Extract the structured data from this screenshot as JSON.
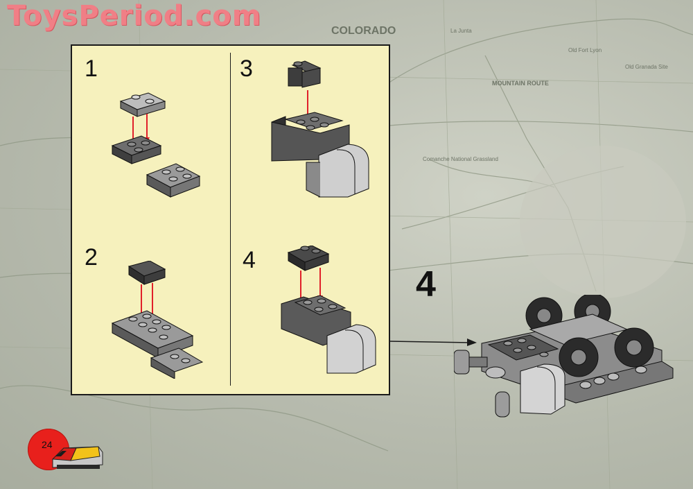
{
  "watermark": "ToysPeriod.com",
  "background_map": {
    "labels": [
      "COLORADO",
      "MOUNTAIN ROUTE",
      "Comanche National Grassland",
      "La Junta",
      "Old Fort Lyon",
      "Old Granada Site"
    ]
  },
  "panel": {
    "steps": [
      {
        "number": "1"
      },
      {
        "number": "2"
      },
      {
        "number": "3"
      },
      {
        "number": "4"
      }
    ]
  },
  "main_step": {
    "number": "4"
  },
  "page": {
    "number": "24"
  },
  "colors": {
    "panel_bg": "#f6f1bd",
    "arrow": "#e0202a",
    "page_badge": "#e8201c",
    "watermark": "#f07f86",
    "brick_dark": "#4a4a4a",
    "brick_light": "#9a9a9a"
  }
}
